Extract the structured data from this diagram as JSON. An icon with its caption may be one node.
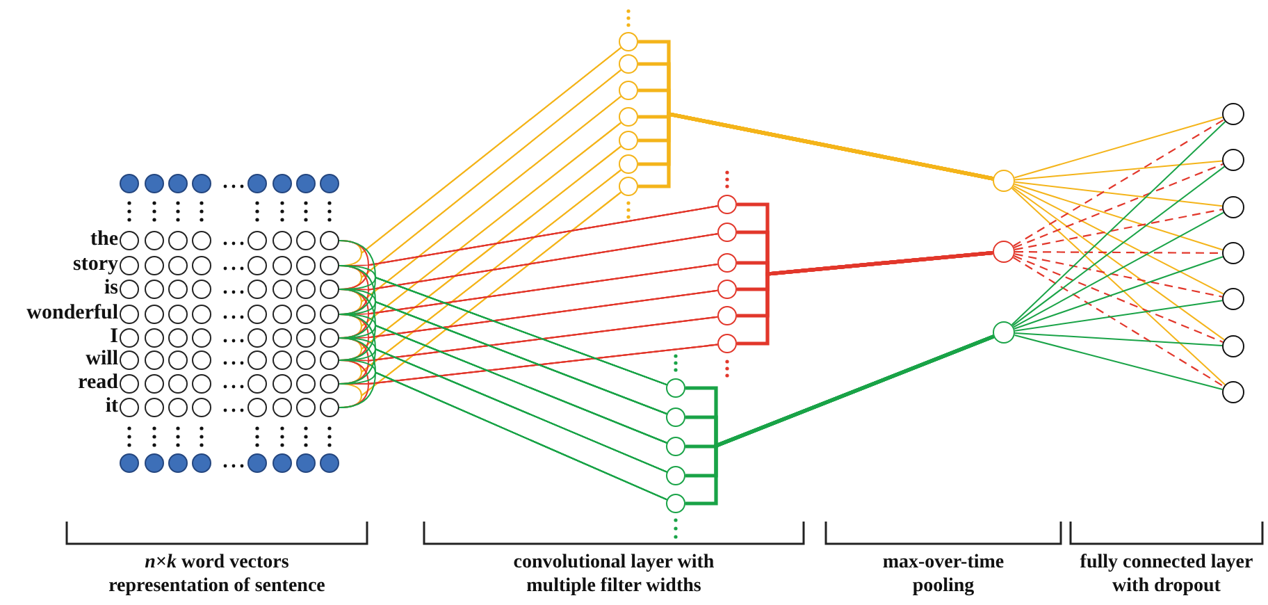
{
  "diagram": {
    "nodes": [
      {
        "text": [],
        "shape": "circle"
      },
      {
        "text": [],
        "shape": "circle"
      },
      {
        "text": [],
        "shape": "circle"
      },
      {
        "text": [],
        "shape": "circle"
      },
      {
        "text": [],
        "shape": "circle"
      },
      {
        "text": [],
        "shape": "circle"
      },
      {
        "text": [],
        "shape": "circle"
      },
      {
        "text": [],
        "shape": "circle"
      },
      {
        "text": [],
        "shape": "circle"
      },
      {
        "text": [],
        "shape": "circle"
      },
      {
        "text": [],
        "shape": "circle"
      },
      {
        "text": [],
        "shape": "circle"
      },
      {
        "text": [],
        "shape": "circle"
      },
      {
        "text": [],
        "shape": "circle"
      },
      {
        "text": [],
        "shape": "circle"
      },
      {
        "text": [],
        "shape": "circle"
      },
      {
        "text": [],
        "shape": "circle"
      },
      {
        "text": [],
        "shape": "circle"
      },
      {
        "text": [],
        "shape": "circle"
      },
      {
        "text": [],
        "shape": "circle"
      },
      {
        "text": [],
        "shape": "circle"
      },
      {
        "text": [],
        "shape": "circle"
      },
      {
        "text": [],
        "shape": "circle"
      },
      {
        "text": [],
        "shape": "circle"
      },
      {
        "text": [],
        "shape": "circle"
      },
      {
        "text": [],
        "shape": "circle"
      },
      {
        "text": [],
        "shape": "circle"
      },
      {
        "text": [],
        "shape": "circle"
      },
      {
        "text": [],
        "shape": "circle"
      },
      {
        "text": [],
        "shape": "circle"
      },
      {
        "text": [],
        "shape": "circle"
      },
      {
        "text": [],
        "shape": "circle"
      },
      {
        "text": [],
        "shape": "circle"
      },
      {
        "text": [],
        "shape": "circle"
      },
      {
        "text": [],
        "shape": "circle"
      },
      {
        "text": [],
        "shape": "circle"
      },
      {
        "text": [],
        "shape": "circle"
      },
      {
        "text": [],
        "shape": "circle"
      },
      {
        "text": [],
        "shape": "circle"
      },
      {
        "text": [],
        "shape": "circle"
      },
      {
        "text": [],
        "shape": "circle"
      },
      {
        "text": [],
        "shape": "circle"
      },
      {
        "text": [],
        "shape": "circle"
      },
      {
        "text": [],
        "shape": "circle"
      },
      {
        "text": [],
        "shape": "circle"
      },
      {
        "text": [],
        "shape": "circle"
      },
      {
        "text": [],
        "shape": "circle"
      },
      {
        "text": [],
        "shape": "circle"
      },
      {
        "text": [],
        "shape": "circle"
      },
      {
        "text": [],
        "shape": "circle"
      },
      {
        "text": [],
        "shape": "circle"
      },
      {
        "text": [],
        "shape": "circle"
      },
      {
        "text": [],
        "shape": "circle"
      },
      {
        "text": [],
        "shape": "circle"
      },
      {
        "text": [],
        "shape": "circle"
      },
      {
        "text": [],
        "shape": "circle"
      },
      {
        "text": [],
        "shape": "circle"
      },
      {
        "text": [],
        "shape": "circle"
      },
      {
        "text": [],
        "shape": "circle"
      },
      {
        "text": [],
        "shape": "circle"
      },
      {
        "text": [],
        "shape": "circle"
      },
      {
        "text": [],
        "shape": "circle"
      },
      {
        "text": [],
        "shape": "circle"
      },
      {
        "text": [],
        "shape": "circle"
      },
      {
        "text": [],
        "shape": "circle"
      },
      {
        "text": [],
        "shape": "circle"
      },
      {
        "text": [],
        "shape": "circle"
      },
      {
        "text": [],
        "shape": "circle"
      },
      {
        "text": [],
        "shape": "circle"
      },
      {
        "text": [],
        "shape": "circle"
      },
      {
        "text": [],
        "shape": "circle"
      },
      {
        "text": [],
        "shape": "circle"
      },
      {
        "text": [],
        "shape": "circle"
      },
      {
        "text": [],
        "shape": "circle"
      },
      {
        "text": [],
        "shape": "circle"
      },
      {
        "text": [],
        "shape": "circle"
      },
      {
        "text": [],
        "shape": "circle"
      },
      {
        "text": [],
        "shape": "circle"
      },
      {
        "text": [],
        "shape": "circle"
      },
      {
        "text": [],
        "shape": "circle"
      },
      {
        "text": [],
        "shape": "circle"
      },
      {
        "text": [],
        "shape": "circle"
      },
      {
        "text": [],
        "shape": "circle"
      },
      {
        "text": [],
        "shape": "circle"
      },
      {
        "text": [],
        "shape": "circle"
      },
      {
        "text": [],
        "shape": "circle"
      },
      {
        "text": [],
        "shape": "circle"
      },
      {
        "text": [],
        "shape": "circle"
      },
      {
        "text": [],
        "shape": "circle"
      },
      {
        "text": [],
        "shape": "circle"
      },
      {
        "text": [],
        "shape": "circle"
      },
      {
        "text": [],
        "shape": "circle"
      },
      {
        "text": [],
        "shape": "circle"
      },
      {
        "text": [],
        "shape": "circle"
      },
      {
        "text": [],
        "shape": "circle"
      },
      {
        "text": [],
        "shape": "circle"
      },
      {
        "text": [],
        "shape": "circle"
      },
      {
        "text": [],
        "shape": "circle"
      },
      {
        "text": [],
        "shape": "circle"
      },
      {
        "text": [],
        "shape": "circle"
      },
      {
        "text": [],
        "shape": "circle"
      },
      {
        "text": [],
        "shape": "circle"
      },
      {
        "text": [],
        "shape": "circle"
      },
      {
        "text": [],
        "shape": "circle"
      },
      {
        "text": [],
        "shape": "circle"
      },
      {
        "text": [],
        "shape": "circle"
      },
      {
        "text": [],
        "shape": "circle"
      },
      {
        "text": [],
        "shape": "circle"
      }
    ],
    "edges": [
      {
        "from": 15,
        "to": 80,
        "arrow": "none",
        "color": "#f4b41a"
      },
      {
        "from": 23,
        "to": 80,
        "arrow": "none",
        "color": "#f4b41a"
      },
      {
        "from": 23,
        "to": 81,
        "arrow": "none",
        "color": "#f4b41a"
      },
      {
        "from": 31,
        "to": 81,
        "arrow": "none",
        "color": "#f4b41a"
      },
      {
        "from": 31,
        "to": 82,
        "arrow": "none",
        "color": "#f4b41a"
      },
      {
        "from": 39,
        "to": 82,
        "arrow": "none",
        "color": "#f4b41a"
      },
      {
        "from": 39,
        "to": 83,
        "arrow": "none",
        "color": "#f4b41a"
      },
      {
        "from": 47,
        "to": 83,
        "arrow": "none",
        "color": "#f4b41a"
      },
      {
        "from": 47,
        "to": 84,
        "arrow": "none",
        "color": "#f4b41a"
      },
      {
        "from": 55,
        "to": 84,
        "arrow": "none",
        "color": "#f4b41a"
      },
      {
        "from": 55,
        "to": 85,
        "arrow": "none",
        "color": "#f4b41a"
      },
      {
        "from": 63,
        "to": 85,
        "arrow": "none",
        "color": "#f4b41a"
      },
      {
        "from": 63,
        "to": 86,
        "arrow": "none",
        "color": "#f4b41a"
      },
      {
        "from": 71,
        "to": 86,
        "arrow": "none",
        "color": "#f4b41a"
      },
      {
        "from": 15,
        "to": 87,
        "arrow": "none",
        "color": "#e2372b"
      },
      {
        "from": 23,
        "to": 87,
        "arrow": "none",
        "color": "#e2372b"
      },
      {
        "from": 31,
        "to": 87,
        "arrow": "none",
        "color": "#e2372b"
      },
      {
        "from": 23,
        "to": 88,
        "arrow": "none",
        "color": "#e2372b"
      },
      {
        "from": 31,
        "to": 88,
        "arrow": "none",
        "color": "#e2372b"
      },
      {
        "from": 39,
        "to": 88,
        "arrow": "none",
        "color": "#e2372b"
      },
      {
        "from": 31,
        "to": 89,
        "arrow": "none",
        "color": "#e2372b"
      },
      {
        "from": 39,
        "to": 89,
        "arrow": "none",
        "color": "#e2372b"
      },
      {
        "from": 47,
        "to": 89,
        "arrow": "none",
        "color": "#e2372b"
      },
      {
        "from": 39,
        "to": 90,
        "arrow": "none",
        "color": "#e2372b"
      },
      {
        "from": 47,
        "to": 90,
        "arrow": "none",
        "color": "#e2372b"
      },
      {
        "from": 55,
        "to": 90,
        "arrow": "none",
        "color": "#e2372b"
      },
      {
        "from": 47,
        "to": 91,
        "arrow": "none",
        "color": "#e2372b"
      },
      {
        "from": 55,
        "to": 91,
        "arrow": "none",
        "color": "#e2372b"
      },
      {
        "from": 63,
        "to": 91,
        "arrow": "none",
        "color": "#e2372b"
      },
      {
        "from": 55,
        "to": 92,
        "arrow": "none",
        "color": "#e2372b"
      },
      {
        "from": 63,
        "to": 92,
        "arrow": "none",
        "color": "#e2372b"
      },
      {
        "from": 71,
        "to": 92,
        "arrow": "none",
        "color": "#e2372b"
      },
      {
        "from": 15,
        "to": 93,
        "arrow": "none",
        "color": "#19a347"
      },
      {
        "from": 23,
        "to": 93,
        "arrow": "none",
        "color": "#19a347"
      },
      {
        "from": 31,
        "to": 93,
        "arrow": "none",
        "color": "#19a347"
      },
      {
        "from": 39,
        "to": 93,
        "arrow": "none",
        "color": "#19a347"
      },
      {
        "from": 23,
        "to": 94,
        "arrow": "none",
        "color": "#19a347"
      },
      {
        "from": 31,
        "to": 94,
        "arrow": "none",
        "color": "#19a347"
      },
      {
        "from": 39,
        "to": 94,
        "arrow": "none",
        "color": "#19a347"
      },
      {
        "from": 47,
        "to": 94,
        "arrow": "none",
        "color": "#19a347"
      },
      {
        "from": 31,
        "to": 95,
        "arrow": "none",
        "color": "#19a347"
      },
      {
        "from": 39,
        "to": 95,
        "arrow": "none",
        "color": "#19a347"
      },
      {
        "from": 47,
        "to": 95,
        "arrow": "none",
        "color": "#19a347"
      },
      {
        "from": 55,
        "to": 95,
        "arrow": "none",
        "color": "#19a347"
      },
      {
        "from": 39,
        "to": 96,
        "arrow": "none",
        "color": "#19a347"
      },
      {
        "from": 47,
        "to": 96,
        "arrow": "none",
        "color": "#19a347"
      },
      {
        "from": 55,
        "to": 96,
        "arrow": "none",
        "color": "#19a347"
      },
      {
        "from": 63,
        "to": 96,
        "arrow": "none",
        "color": "#19a347"
      },
      {
        "from": 47,
        "to": 97,
        "arrow": "none",
        "color": "#19a347"
      },
      {
        "from": 55,
        "to": 97,
        "arrow": "none",
        "color": "#19a347"
      },
      {
        "from": 63,
        "to": 97,
        "arrow": "none",
        "color": "#19a347"
      },
      {
        "from": 71,
        "to": 97,
        "arrow": "none",
        "color": "#19a347"
      },
      {
        "from": 80,
        "to": 98,
        "arrow": "none",
        "style": "thick",
        "color": "#f4b41a"
      },
      {
        "from": 81,
        "to": 98,
        "arrow": "none",
        "style": "thick",
        "color": "#f4b41a"
      },
      {
        "from": 82,
        "to": 98,
        "arrow": "none",
        "style": "thick",
        "color": "#f4b41a"
      },
      {
        "from": 83,
        "to": 98,
        "arrow": "none",
        "style": "thick",
        "color": "#f4b41a"
      },
      {
        "from": 84,
        "to": 98,
        "arrow": "none",
        "style": "thick",
        "color": "#f4b41a"
      },
      {
        "from": 85,
        "to": 98,
        "arrow": "none",
        "style": "thick",
        "color": "#f4b41a"
      },
      {
        "from": 86,
        "to": 98,
        "arrow": "none",
        "style": "thick",
        "color": "#f4b41a"
      },
      {
        "from": 87,
        "to": 99,
        "arrow": "none",
        "style": "thick",
        "color": "#e2372b"
      },
      {
        "from": 88,
        "to": 99,
        "arrow": "none",
        "style": "thick",
        "color": "#e2372b"
      },
      {
        "from": 89,
        "to": 99,
        "arrow": "none",
        "style": "thick",
        "color": "#e2372b"
      },
      {
        "from": 90,
        "to": 99,
        "arrow": "none",
        "style": "thick",
        "color": "#e2372b"
      },
      {
        "from": 91,
        "to": 99,
        "arrow": "none",
        "style": "thick",
        "color": "#e2372b"
      },
      {
        "from": 92,
        "to": 99,
        "arrow": "none",
        "style": "thick",
        "color": "#e2372b"
      },
      {
        "from": 93,
        "to": 100,
        "arrow": "none",
        "style": "thick",
        "color": "#19a347"
      },
      {
        "from": 94,
        "to": 100,
        "arrow": "none",
        "style": "thick",
        "color": "#19a347"
      },
      {
        "from": 95,
        "to": 100,
        "arrow": "none",
        "style": "thick",
        "color": "#19a347"
      },
      {
        "from": 96,
        "to": 100,
        "arrow": "none",
        "style": "thick",
        "color": "#19a347"
      },
      {
        "from": 97,
        "to": 100,
        "arrow": "none",
        "style": "thick",
        "color": "#19a347"
      },
      {
        "from": 98,
        "to": 101,
        "arrow": "none",
        "color": "#f4b41a"
      },
      {
        "from": 98,
        "to": 102,
        "arrow": "none",
        "color": "#f4b41a"
      },
      {
        "from": 98,
        "to": 103,
        "arrow": "none",
        "color": "#f4b41a"
      },
      {
        "from": 98,
        "to": 104,
        "arrow": "none",
        "color": "#f4b41a"
      },
      {
        "from": 98,
        "to": 105,
        "arrow": "none",
        "color": "#f4b41a"
      },
      {
        "from": 98,
        "to": 106,
        "arrow": "none",
        "color": "#f4b41a"
      },
      {
        "from": 98,
        "to": 107,
        "arrow": "none",
        "color": "#f4b41a"
      },
      {
        "from": 99,
        "to": 101,
        "arrow": "none",
        "style": "dashed",
        "color": "#e2372b"
      },
      {
        "from": 99,
        "to": 102,
        "arrow": "none",
        "style": "dashed",
        "color": "#e2372b"
      },
      {
        "from": 99,
        "to": 103,
        "arrow": "none",
        "style": "dashed",
        "color": "#e2372b"
      },
      {
        "from": 99,
        "to": 104,
        "arrow": "none",
        "style": "dashed",
        "color": "#e2372b"
      },
      {
        "from": 99,
        "to": 105,
        "arrow": "none",
        "style": "dashed",
        "color": "#e2372b"
      },
      {
        "from": 99,
        "to": 106,
        "arrow": "none",
        "style": "dashed",
        "color": "#e2372b"
      },
      {
        "from": 99,
        "to": 107,
        "arrow": "none",
        "style": "dashed",
        "color": "#e2372b"
      },
      {
        "from": 100,
        "to": 101,
        "arrow": "none",
        "color": "#19a347"
      },
      {
        "from": 100,
        "to": 102,
        "arrow": "none",
        "color": "#19a347"
      },
      {
        "from": 100,
        "to": 103,
        "arrow": "none",
        "color": "#19a347"
      },
      {
        "from": 100,
        "to": 104,
        "arrow": "none",
        "color": "#19a347"
      },
      {
        "from": 100,
        "to": 105,
        "arrow": "none",
        "color": "#19a347"
      },
      {
        "from": 100,
        "to": 106,
        "arrow": "none",
        "color": "#19a347"
      },
      {
        "from": 100,
        "to": 107,
        "arrow": "none",
        "color": "#19a347"
      }
    ],
    "labels": [
      "the",
      "story",
      "is",
      "wonderful",
      "I",
      "will",
      "read",
      "it",
      "*n*×*k* word vectors representation of sentence",
      "convolutional layer with multiple filter widths",
      "max-over-time pooling",
      "fully connected layer with dropout"
    ]
  }
}
